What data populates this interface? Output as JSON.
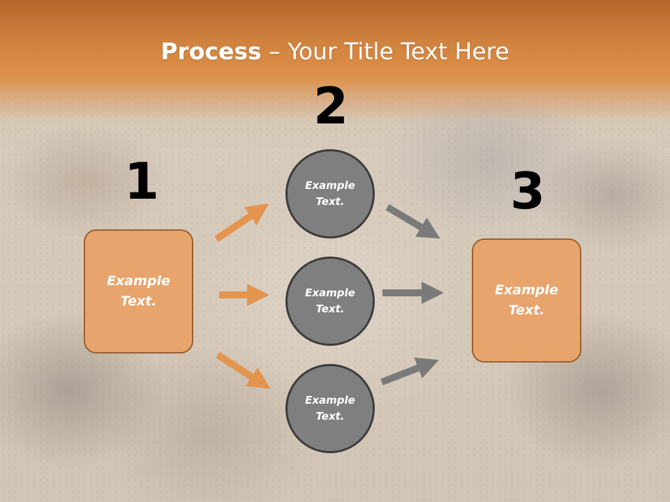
{
  "title": {
    "bold": "Process",
    "rest": " – Your Title Text Here"
  },
  "steps": [
    {
      "number": "1",
      "label": "Example Text."
    },
    {
      "number": "2",
      "labels": [
        "Example Text.",
        "Example Text.",
        "Example Text."
      ]
    },
    {
      "number": "3",
      "label": "Example Text."
    }
  ],
  "colors": {
    "accent_orange": "#e7a46c",
    "orange_border": "#9a5f30",
    "circle_gray": "#7f7f7f",
    "circle_border": "#3c3c3c",
    "arrow_orange": "#e3944f",
    "arrow_gray": "#7a7a7a"
  }
}
